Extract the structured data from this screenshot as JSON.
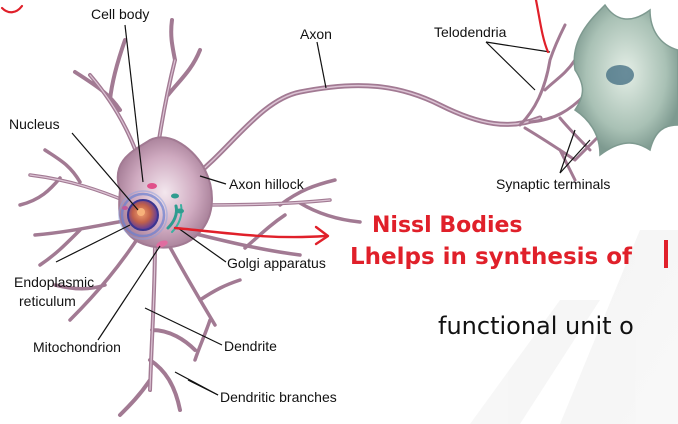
{
  "labels": {
    "cell_body": "Cell body",
    "axon": "Axon",
    "telodendria": "Telodendria",
    "nucleus": "Nucleus",
    "axon_hillock": "Axon hillock",
    "synaptic_terminals": "Synaptic terminals",
    "endoplasmic_reticulum_1": "Endoplasmic",
    "endoplasmic_reticulum_2": "reticulum",
    "golgi_apparatus": "Golgi apparatus",
    "mitochondrion": "Mitochondrion",
    "dendrite": "Dendrite",
    "dendritic_branches": "Dendritic branches"
  },
  "annotations": {
    "nissl_title": "Nissl Bodies",
    "nissl_note": "Lhelps in synthesis of",
    "functional": "functional unit o"
  },
  "colors": {
    "membrane": "#a27a93",
    "cell_body_fill": "#c8a2b8",
    "nucleus": "#4b46a8",
    "annotation_red": "#e0202a",
    "target_cell": "#8fa9a0"
  }
}
